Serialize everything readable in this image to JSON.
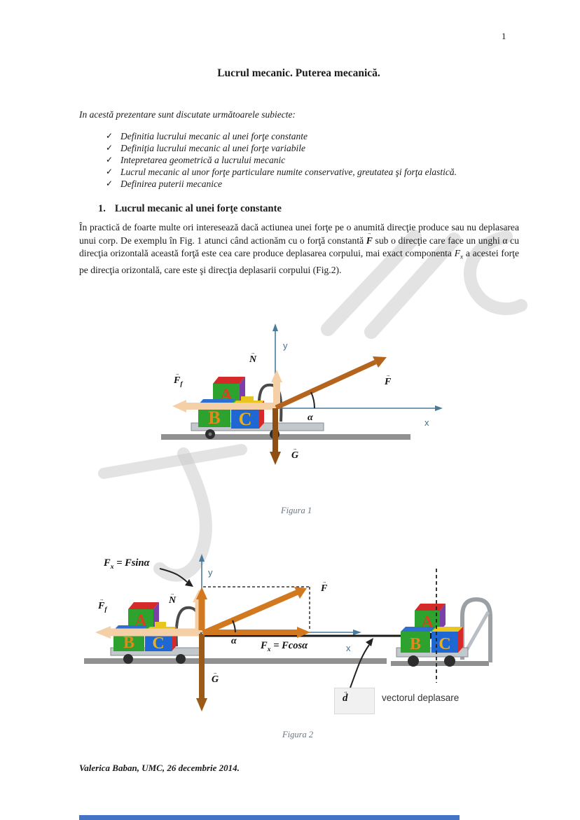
{
  "page": {
    "number": "1"
  },
  "title": "Lucrul mecanic. Puterea mecanică.",
  "intro": "In acestă prezentare sunt discutate următoarele subiecte:",
  "glyphs": {
    "check": "✓",
    "vec_arrow": "→"
  },
  "bullets": {
    "items": [
      "Definitia lucrului mecanic al unei forţe constante",
      "Definiţia lucrului mecanic al unei forţe variabile",
      "Intepretarea geometrică a lucrului mecanic",
      "Lucrul mecanic al unor forţe particulare numite conservative, greutatea şi forţa elastică.",
      "Definirea puterii mecanice"
    ]
  },
  "section1": {
    "number": "1.",
    "heading": "Lucrul mecanic al unei forţe constante"
  },
  "paragraph": {
    "part1": "În practică de foarte multe ori interesează dacă actiunea unei forţe pe o anumită direcţie produce sau nu deplasarea unui corp. De exemplu în Fig. 1 atunci când actionăm cu o forţă constantă ",
    "vec_f": "F",
    "part2": " sub o direcţie care face un unghi α  cu direcţia orizontală această forţă este cea care produce deplasarea corpului, mai exact componenta  ",
    "comp_f": "F",
    "comp_sub": "x",
    "part3": " a acestei  forţe pe direcţia orizontală, care este şi direcţia deplasarii corpului (Fig.2)."
  },
  "fig1": {
    "caption": "Figura 1",
    "labels": {
      "y": "y",
      "x": "x",
      "alpha": "α",
      "F": "F",
      "N": "N",
      "G": "G",
      "Ff_main": "F",
      "Ff_sub": "f"
    },
    "blocks": {
      "a": "A",
      "b": "B",
      "c": "C"
    }
  },
  "fig2": {
    "caption": "Figura 2",
    "labels": {
      "y": "y",
      "x": "x",
      "alpha": "α",
      "F": "F",
      "N": "N",
      "G": "G",
      "Ff_main": "F",
      "Ff_sub": "f",
      "fsin_f": "F",
      "fsin_sub": "x",
      "fsin_rest": " = Fsinα",
      "fcos_f": "F",
      "fcos_sub": "x",
      "fcos_rest": " = Fcosα",
      "d": "d",
      "displacement": "vectorul deplasare"
    },
    "blocks": {
      "a": "A",
      "b": "B",
      "c": "C"
    }
  },
  "footer": "Valerica Baban, UMC, 26 decembrie 2014.",
  "colors": {
    "force_orange": "#c9751f",
    "force_peach": "#f5cfa6",
    "force_brown": "#8f4f12",
    "axis_blue": "#4a7a9b",
    "ground_gray": "#909090",
    "caption_gray_blue": "#6a7683",
    "watermark_gray": "#cccccc",
    "bottom_bar_blue": "#4472c4"
  }
}
